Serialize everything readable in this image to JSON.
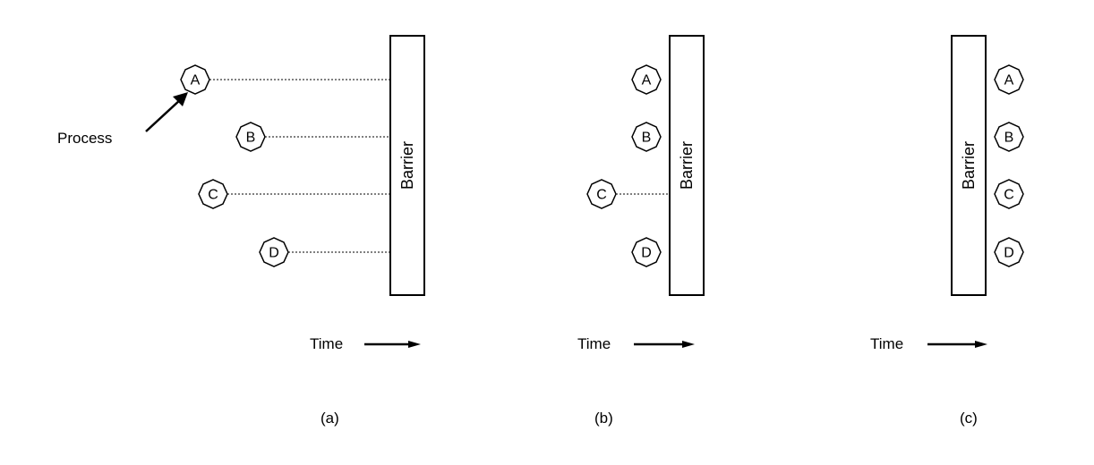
{
  "panels": [
    {
      "caption": "(a)",
      "barrier_label": "Barrier",
      "time_label": "Time",
      "processes": [
        {
          "label": "A",
          "waiting": false
        },
        {
          "label": "B",
          "waiting": false
        },
        {
          "label": "C",
          "waiting": false
        },
        {
          "label": "D",
          "waiting": false
        }
      ]
    },
    {
      "caption": "(b)",
      "barrier_label": "Barrier",
      "time_label": "Time",
      "processes": [
        {
          "label": "A",
          "waiting": true
        },
        {
          "label": "B",
          "waiting": true
        },
        {
          "label": "C",
          "waiting": false
        },
        {
          "label": "D",
          "waiting": true
        }
      ]
    },
    {
      "caption": "(c)",
      "barrier_label": "Barrier",
      "time_label": "Time",
      "processes": [
        {
          "label": "A",
          "passed": true
        },
        {
          "label": "B",
          "passed": true
        },
        {
          "label": "C",
          "passed": true
        },
        {
          "label": "D",
          "passed": true
        }
      ]
    }
  ],
  "annotation": {
    "label": "Process"
  }
}
